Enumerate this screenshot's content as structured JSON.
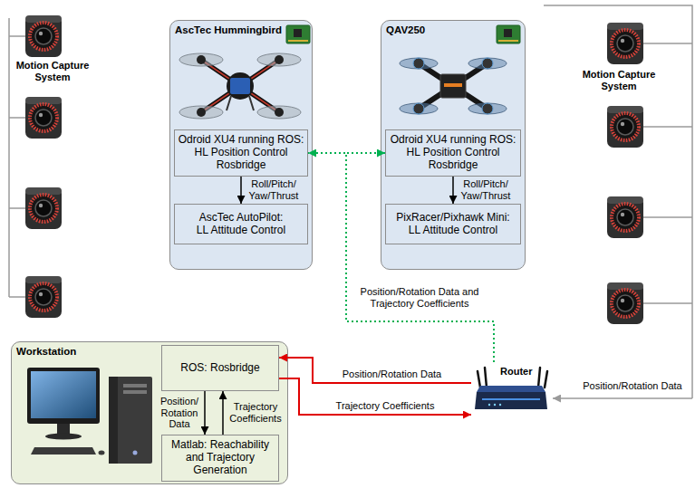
{
  "diagram": {
    "nodes": [
      {
        "text": [
          "AscTec Hummingbird"
        ]
      },
      {
        "text": [
          "Odroid XU4 running ROS: HL Position Control Rosbridge"
        ],
        "in": 0
      },
      {
        "text": [
          "AscTec AutoPilot: LL Attitude Control"
        ],
        "in": 0
      },
      {
        "text": [
          "QAV250"
        ]
      },
      {
        "text": [
          "Odroid XU4 running ROS: HL Position Control Rosbridge"
        ],
        "in": 3
      },
      {
        "text": [
          "PixRacer/Pixhawk Mini: LL Attitude Control"
        ],
        "in": 3
      },
      {
        "text": [
          "Workstation"
        ]
      },
      {
        "text": [
          "ROS: Rosbridge"
        ],
        "in": 6
      },
      {
        "text": [
          "Matlab: Reachability and Trajectory Generation"
        ],
        "in": 6
      },
      {
        "text": [
          "Router"
        ]
      }
    ],
    "edges": [
      {
        "from": 9,
        "to": 1,
        "arrow": "to",
        "label": "Position/Rotation Data and Trajectory Coefficients"
      },
      {
        "from": 9,
        "to": 4,
        "arrow": "to"
      },
      {
        "from": 1,
        "to": 2,
        "arrow": "to",
        "label": "Roll/Pitch/ Yaw/Thrust"
      },
      {
        "from": 4,
        "to": 5,
        "arrow": "to",
        "label": "Roll/Pitch/ Yaw/Thrust"
      },
      {
        "from": 9,
        "to": 7,
        "arrow": "to",
        "label": "Position/Rotation Data"
      },
      {
        "from": 7,
        "to": 9,
        "arrow": "to",
        "label": "Trajectory Coefficients"
      },
      {
        "from": 7,
        "to": 8,
        "arrow": "to",
        "label": "Position/ Rotation Data"
      },
      {
        "from": 8,
        "to": 7,
        "arrow": "to",
        "label": "Trajectory Coefficients"
      }
    ],
    "labels": [
      "Motion Capture System",
      "Motion Capture System",
      "Position/Rotation Data"
    ]
  }
}
